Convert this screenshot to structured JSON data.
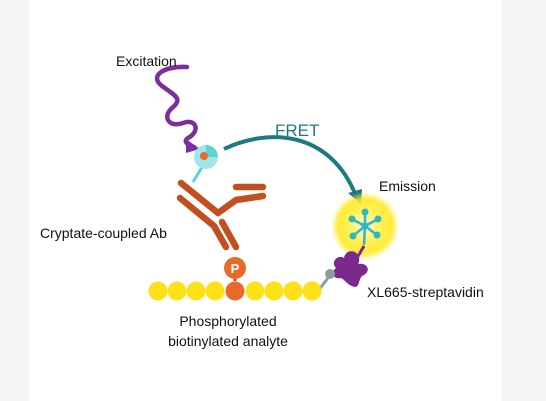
{
  "labels": {
    "excitation": "Excitation",
    "fret": "FRET",
    "emission": "Emission",
    "cryptate_ab": "Cryptate-coupled Ab",
    "xl665": "XL665-streptavidin",
    "analyte_line1": "Phosphorylated",
    "analyte_line2": "biotinylated analyte",
    "phospho_symbol": "P"
  },
  "colors": {
    "excitation_wave": "#7b2f9e",
    "fret_arrow": "#1f7a7f",
    "antibody": "#c0501f",
    "phosphate": "#e8692a",
    "biotin_chain": "#ffe11a",
    "streptavidin": "#7a2a8c",
    "cryptate": "#5fd3d6",
    "emission_glow": "#fff200",
    "linker": "#8e9aa4"
  },
  "analyte_bead_count": 8
}
